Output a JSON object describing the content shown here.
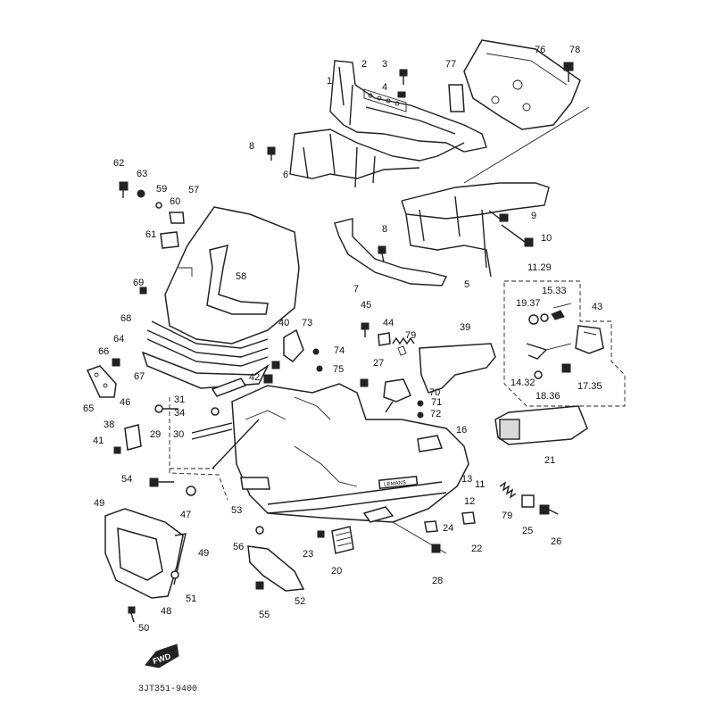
{
  "callouts": [
    {
      "label": "1",
      "name": "callout-1"
    },
    {
      "label": "2",
      "name": "callout-2"
    },
    {
      "label": "3",
      "name": "callout-3"
    },
    {
      "label": "4",
      "name": "callout-4"
    },
    {
      "label": "77",
      "name": "callout-77"
    },
    {
      "label": "76",
      "name": "callout-76"
    },
    {
      "label": "78",
      "name": "callout-78"
    },
    {
      "label": "8",
      "name": "callout-8-upper"
    },
    {
      "label": "6",
      "name": "callout-6"
    },
    {
      "label": "9",
      "name": "callout-9"
    },
    {
      "label": "10",
      "name": "callout-10"
    },
    {
      "label": "8",
      "name": "callout-8-lower"
    },
    {
      "label": "5",
      "name": "callout-5"
    },
    {
      "label": "11.29",
      "name": "callout-11-29"
    },
    {
      "label": "15.33",
      "name": "callout-15-33"
    },
    {
      "label": "19.37",
      "name": "callout-19-37"
    },
    {
      "label": "43",
      "name": "callout-43"
    },
    {
      "label": "14.32",
      "name": "callout-14-32"
    },
    {
      "label": "18.36",
      "name": "callout-18-36"
    },
    {
      "label": "17.35",
      "name": "callout-17-35"
    },
    {
      "label": "62",
      "name": "callout-62"
    },
    {
      "label": "63",
      "name": "callout-63"
    },
    {
      "label": "59",
      "name": "callout-59"
    },
    {
      "label": "60",
      "name": "callout-60"
    },
    {
      "label": "57",
      "name": "callout-57"
    },
    {
      "label": "61",
      "name": "callout-61"
    },
    {
      "label": "58",
      "name": "callout-58"
    },
    {
      "label": "69",
      "name": "callout-69"
    },
    {
      "label": "68",
      "name": "callout-68"
    },
    {
      "label": "64",
      "name": "callout-64"
    },
    {
      "label": "66",
      "name": "callout-66"
    },
    {
      "label": "67",
      "name": "callout-67"
    },
    {
      "label": "65",
      "name": "callout-65"
    },
    {
      "label": "7",
      "name": "callout-7"
    },
    {
      "label": "45",
      "name": "callout-45"
    },
    {
      "label": "40",
      "name": "callout-40"
    },
    {
      "label": "73",
      "name": "callout-73"
    },
    {
      "label": "44",
      "name": "callout-44"
    },
    {
      "label": "79",
      "name": "callout-79-upper"
    },
    {
      "label": "39",
      "name": "callout-39"
    },
    {
      "label": "74",
      "name": "callout-74"
    },
    {
      "label": "75",
      "name": "callout-75"
    },
    {
      "label": "27",
      "name": "callout-27"
    },
    {
      "label": "42",
      "name": "callout-42"
    },
    {
      "label": "70",
      "name": "callout-70"
    },
    {
      "label": "71",
      "name": "callout-71"
    },
    {
      "label": "72",
      "name": "callout-72"
    },
    {
      "label": "31",
      "name": "callout-31"
    },
    {
      "label": "46",
      "name": "callout-46"
    },
    {
      "label": "34",
      "name": "callout-34"
    },
    {
      "label": "38",
      "name": "callout-38"
    },
    {
      "label": "29",
      "name": "callout-29"
    },
    {
      "label": "30",
      "name": "callout-30"
    },
    {
      "label": "16",
      "name": "callout-16"
    },
    {
      "label": "41",
      "name": "callout-41"
    },
    {
      "label": "21",
      "name": "callout-21"
    },
    {
      "label": "54",
      "name": "callout-54"
    },
    {
      "label": "13",
      "name": "callout-13"
    },
    {
      "label": "11",
      "name": "callout-11"
    },
    {
      "label": "12",
      "name": "callout-12"
    },
    {
      "label": "47",
      "name": "callout-47"
    },
    {
      "label": "53",
      "name": "callout-53"
    },
    {
      "label": "79",
      "name": "callout-79-lower"
    },
    {
      "label": "25",
      "name": "callout-25"
    },
    {
      "label": "26",
      "name": "callout-26"
    },
    {
      "label": "49",
      "name": "callout-49-left"
    },
    {
      "label": "24",
      "name": "callout-24"
    },
    {
      "label": "22",
      "name": "callout-22"
    },
    {
      "label": "56",
      "name": "callout-56"
    },
    {
      "label": "23",
      "name": "callout-23"
    },
    {
      "label": "20",
      "name": "callout-20"
    },
    {
      "label": "49",
      "name": "callout-49-right"
    },
    {
      "label": "28",
      "name": "callout-28"
    },
    {
      "label": "51",
      "name": "callout-51"
    },
    {
      "label": "52",
      "name": "callout-52"
    },
    {
      "label": "48",
      "name": "callout-48"
    },
    {
      "label": "55",
      "name": "callout-55"
    },
    {
      "label": "50",
      "name": "callout-50"
    }
  ],
  "fwd_label": "FWD",
  "drawing_code": "3JT351-9400",
  "cowl_badge": "LEMANS",
  "colors": {
    "ink": "#222222",
    "paper": "#ffffff",
    "shade": "#d9d9d9"
  }
}
